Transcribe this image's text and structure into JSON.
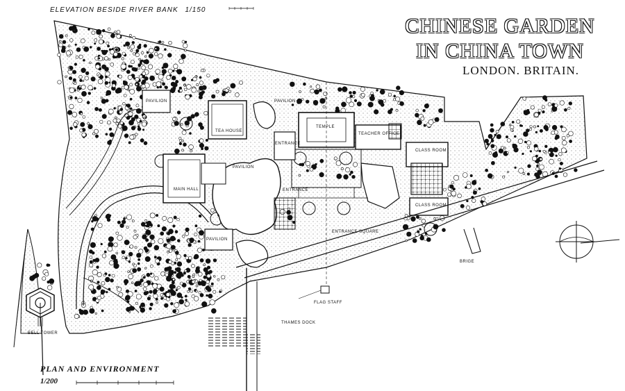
{
  "title_line1": "CHINESE GARDEN",
  "title_line2": "IN CHINA TOWN",
  "subtitle": "LONDON. BRITAIN.",
  "elevation_label": "ELEVATION BESIDE RIVER BANK",
  "elevation_scale": "1/150",
  "plan_label": "PLAN AND ENVIRONMENT",
  "plan_scale": "1/200",
  "labels": {
    "pavilion": "PAVILION",
    "tea_house": "TEA HOUSE",
    "main_hall": "MAIN HALL",
    "pavilion_west": "PAVILION",
    "pavilion_south": "PAVILION",
    "pavilion_north": "PAVILION",
    "entrance_north": "ENTRANCE",
    "temple": "TEMPLE",
    "teacher_office": "TEACHER OFFICE",
    "class_room_north": "CLASS ROOM",
    "class_room_south": "CLASS ROOM",
    "entrance_square": "ENTRANCE SQUARE",
    "entrance_south": "ENTRANCE",
    "bridge": "BRIGE",
    "flag_staff": "FLAG STAFF",
    "thames_dock": "THAMES DOCK",
    "bell_tower": "BELL TOWER"
  }
}
